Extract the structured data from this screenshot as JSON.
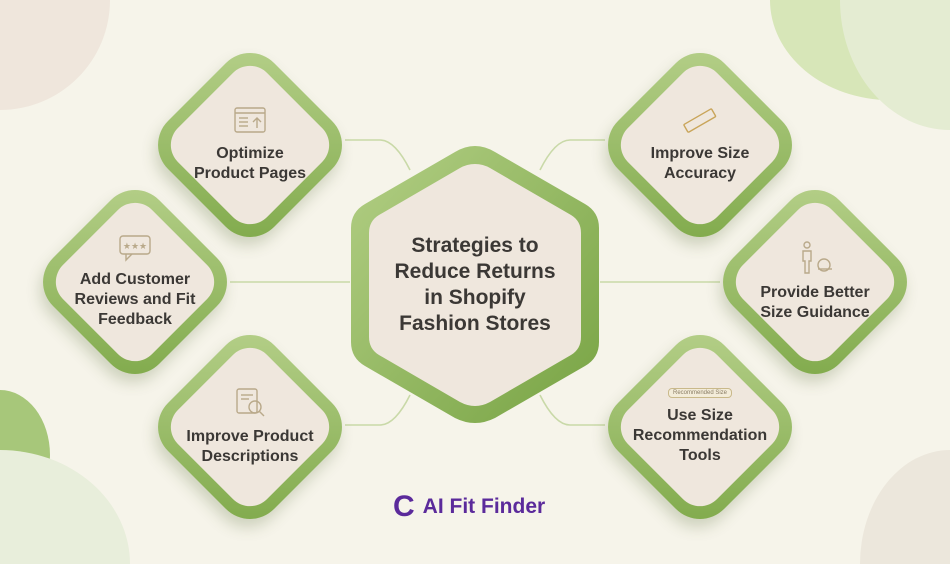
{
  "center": {
    "title": "Strategies to\nReduce Returns\nin Shopify\nFashion Stores"
  },
  "strategies": [
    {
      "label": "Optimize\nProduct Pages",
      "icon": "webpage-upload-icon"
    },
    {
      "label": "Add Customer\nReviews and Fit\nFeedback",
      "icon": "review-bubble-icon"
    },
    {
      "label": "Improve Product\nDescriptions",
      "icon": "document-search-icon"
    },
    {
      "label": "Improve Size\nAccuracy",
      "icon": "ruler-icon"
    },
    {
      "label": "Provide Better\nSize Guidance",
      "icon": "person-measuring-tape-icon"
    },
    {
      "label": "Use Size\nRecommendation\nTools",
      "icon": "recommended-size-button-icon",
      "icon_text": "Recommended Size"
    }
  ],
  "brand": {
    "name": "AI Fit Finder",
    "logo_letter": "C"
  },
  "colors": {
    "background": "#f6f4ea",
    "green": "#8fb55a",
    "card": "#efe7dd",
    "text": "#3b3835",
    "brand": "#5b2a9b"
  }
}
